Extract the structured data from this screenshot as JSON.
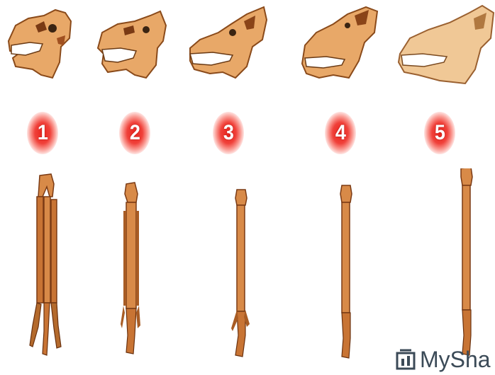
{
  "stages": [
    {
      "number": "1"
    },
    {
      "number": "2"
    },
    {
      "number": "3"
    },
    {
      "number": "4"
    },
    {
      "number": "5"
    }
  ],
  "colors": {
    "bone": "#e8a868",
    "bone_light": "#f0c896",
    "bone_dark": "#b46a2c",
    "badge": "#e8231c"
  },
  "watermark": {
    "text": "MySha"
  }
}
